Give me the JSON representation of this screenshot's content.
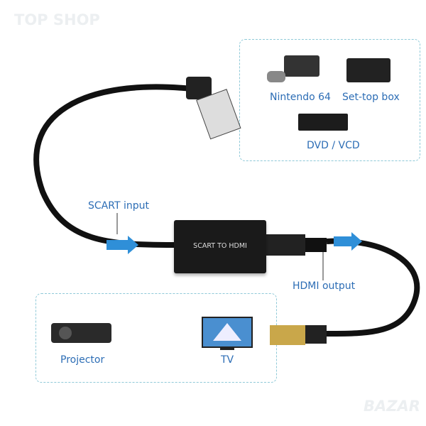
{
  "watermark_top": "TOP SHOP",
  "watermark_bottom": "BAZAR",
  "sources": {
    "n64": "Nintendo 64",
    "settop": "Set-top box",
    "dvd": "DVD / VCD"
  },
  "converter_label": "SCART TO HDMI",
  "scart_input": "SCART input",
  "hdmi_output": "HDMI output",
  "displays": {
    "projector": "Projector",
    "tv": "TV"
  },
  "colors": {
    "label": "#2c6db5",
    "dashed": "#8fc9d8",
    "arrow": "#2f8fd8"
  }
}
